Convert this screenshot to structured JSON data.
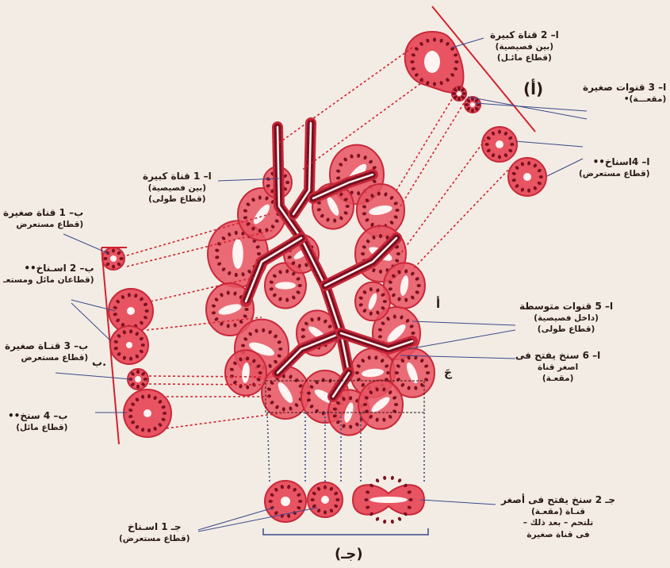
{
  "labels": {
    "a2": {
      "t1": "ا– 2  قناة كبيرة",
      "t2": "(بين فصيصية)",
      "t3": "(قطاع مائـل)"
    },
    "a3": {
      "t1": "ا– 3  قنوات صغيرة",
      "t2": "(مقعـــة)•"
    },
    "a4": {
      "t1": "ا– 4اسناخ••",
      "t2": "(قطاع مستعرض)"
    },
    "a1": {
      "t1": "ا– 1  قناة كبيرة",
      "t2": "(بين فصيصية)",
      "t3": "(قطاع طولى)"
    },
    "b1": {
      "t1": "ب– 1  قناة صغيرة",
      "t2": "(قطاع مستعرض"
    },
    "b2": {
      "t1": "ب– 2  اسـناخ••",
      "t2": "(قطاعان مائل ومستعـ"
    },
    "b3": {
      "t1": "ب– 3  قنـاة صغيرة",
      "t2": "(قطاع مستعرض"
    },
    "b4": {
      "t1": "ب– 4  سنخ••",
      "t2": "(قطاع مائل)"
    },
    "a5": {
      "t1": "ا– 5  قنوات متوسطة",
      "t2": "(داخل فصيصية)",
      "t3": "(قطاع طولى)"
    },
    "a6": {
      "t1": "ا– 6  سنخ يفتح فى",
      "t2": "اصغر قناة",
      "t3": "(مقعـة)"
    },
    "c1": {
      "t1": "جـ 1  اسـناخ",
      "t2": "(قطاع مستعرض)"
    },
    "c2": {
      "t1": "جـ 2  سنخ يفتح فى أصغر",
      "t2": "قنـاة (مقعـة)",
      "t3": "تلتحم – بعد ذلك –",
      "t4": "فى قناة صغيرة"
    }
  },
  "letters": {
    "alef_group": "(أ)",
    "jim_group": "(جـ)",
    "alef_mark": "أ",
    "jim_mark": "جَ",
    "b_mark": "ب."
  },
  "colors": {
    "tissue": "#e85462",
    "tissue_dark": "#c8283a",
    "nucleus": "#7a1020",
    "lumen": "#fff4f2",
    "line": "#d2222e",
    "blue": "#3b4a8a"
  }
}
